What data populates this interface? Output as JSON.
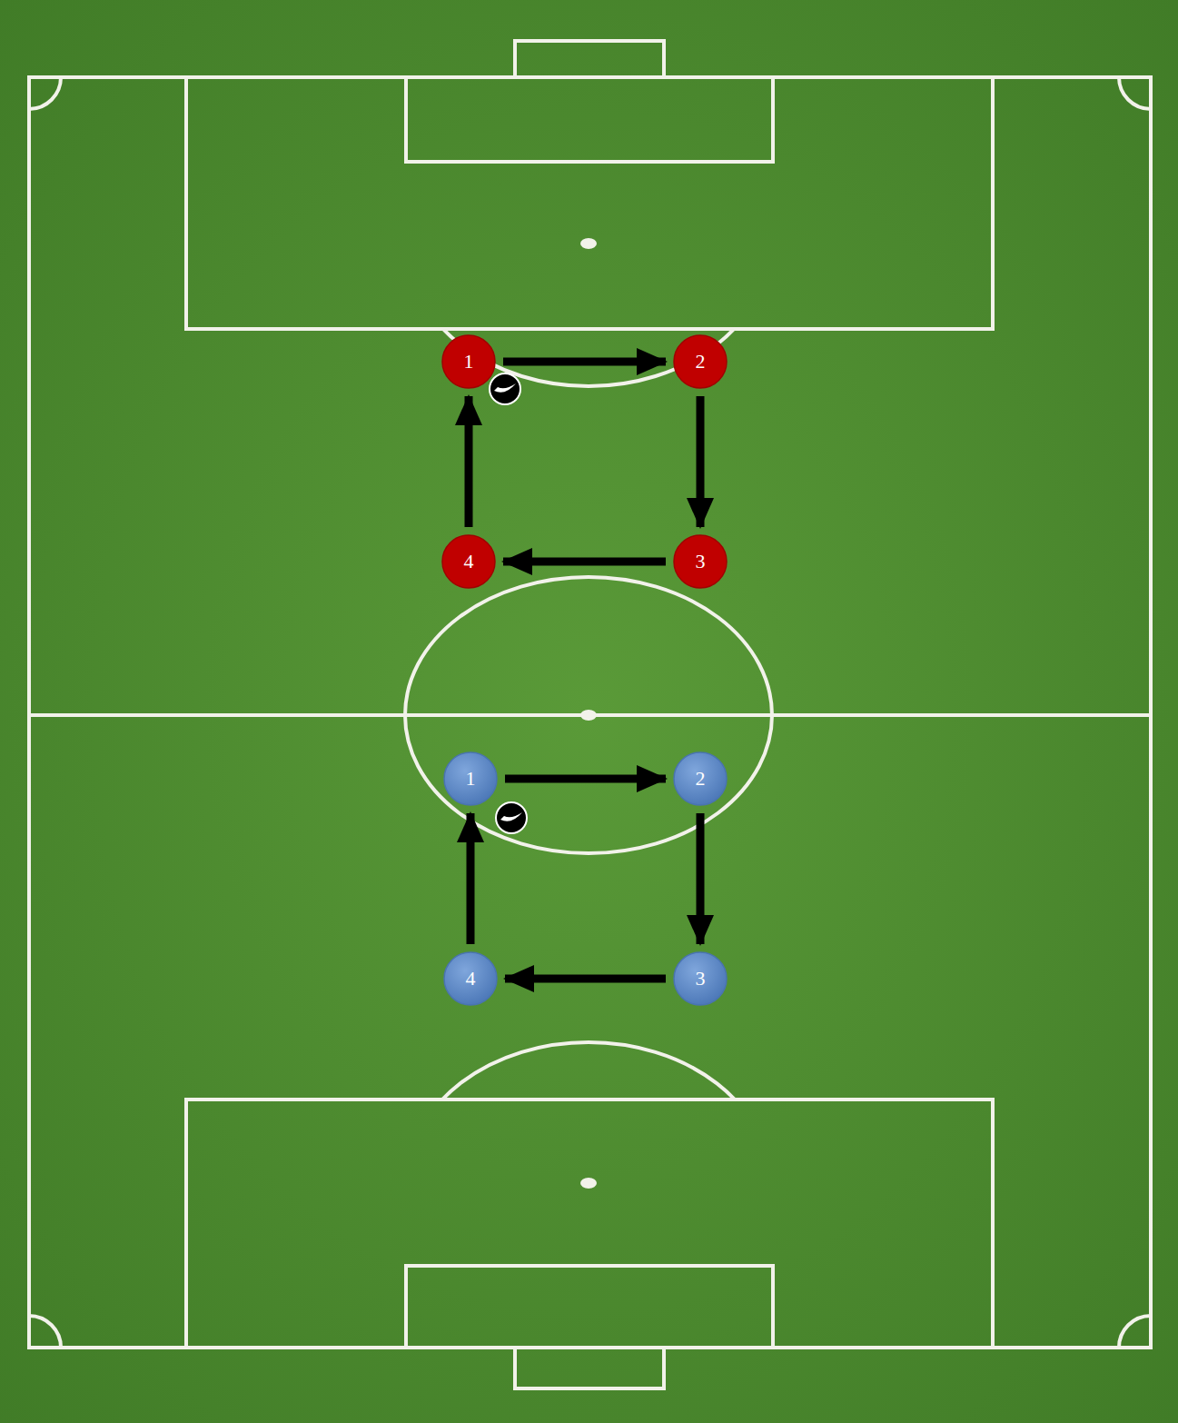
{
  "diagram": {
    "nodes": [
      {
        "text": [
          "1"
        ]
      },
      {
        "text": [
          "2"
        ]
      },
      {
        "text": [
          "3"
        ]
      },
      {
        "text": [
          "4"
        ]
      },
      {
        "text": [
          "1"
        ]
      },
      {
        "text": [
          "2"
        ]
      },
      {
        "text": [
          "3"
        ]
      },
      {
        "text": [
          "4"
        ]
      }
    ],
    "edges": [
      {
        "from": 0,
        "to": 1,
        "arrow": "to"
      },
      {
        "from": 1,
        "to": 2,
        "arrow": "to"
      },
      {
        "from": 2,
        "to": 3,
        "arrow": "to"
      },
      {
        "from": 3,
        "to": 0,
        "arrow": "to"
      },
      {
        "from": 4,
        "to": 5,
        "arrow": "to"
      },
      {
        "from": 5,
        "to": 6,
        "arrow": "to"
      },
      {
        "from": 6,
        "to": 7,
        "arrow": "to"
      },
      {
        "from": 7,
        "to": 4,
        "arrow": "to"
      }
    ]
  }
}
